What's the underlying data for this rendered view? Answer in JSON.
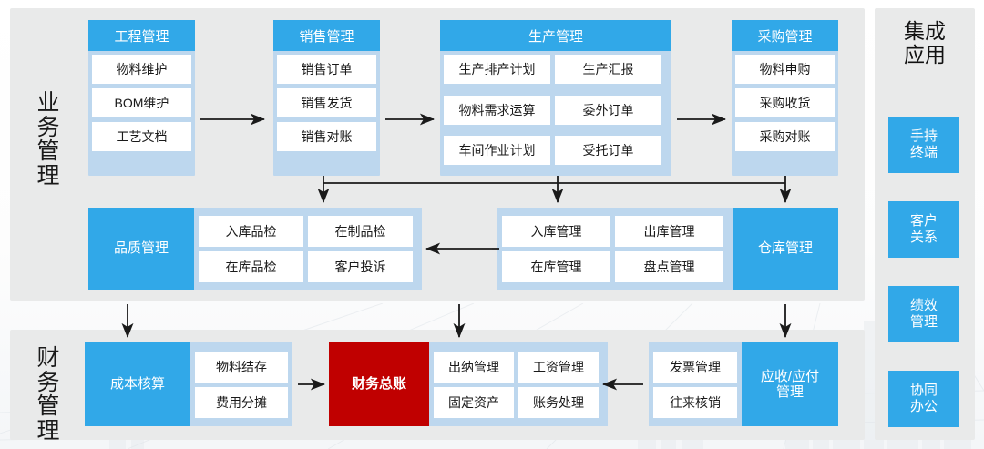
{
  "diagram": {
    "title_right_column": "集成\n应用",
    "sections": [
      {
        "name": "business",
        "label": "业务管理"
      },
      {
        "name": "finance",
        "label": "财务管理"
      }
    ]
  },
  "colors": {
    "header_blue": "#31a8e8",
    "body_light_blue": "#bdd7ee",
    "panel_gray": "#e9eaea",
    "accent_red": "#c00000",
    "cell_white": "#ffffff",
    "text_dark": "#1a1a1a"
  },
  "business": {
    "label": "业务管理",
    "row1": [
      {
        "header": "工程管理",
        "cells": [
          "物料维护",
          "BOM维护",
          "工艺文档"
        ]
      },
      {
        "header": "销售管理",
        "cells": [
          "销售订单",
          "销售发货",
          "销售对账"
        ]
      },
      {
        "header": "生产管理",
        "cells": [
          "生产排产计划",
          "生产汇报",
          "物料需求运算",
          "委外订单",
          "车间作业计划",
          "受托订单"
        ]
      },
      {
        "header": "采购管理",
        "cells": [
          "物料申购",
          "采购收货",
          "采购对账"
        ]
      }
    ],
    "row2": [
      {
        "side_label": "品质管理",
        "side": "left",
        "cells": [
          "入库品检",
          "在制品检",
          "在库品检",
          "客户投诉"
        ]
      },
      {
        "side_label": "仓库管理",
        "side": "right",
        "cells": [
          "入库管理",
          "出库管理",
          "在库管理",
          "盘点管理"
        ]
      }
    ]
  },
  "finance": {
    "label": "财务管理",
    "groups": [
      {
        "side_label": "成本核算",
        "side": "left",
        "style": "blue",
        "cells": [
          "物料结存",
          "费用分摊"
        ]
      },
      {
        "side_label": "财务总账",
        "side": "left",
        "style": "red",
        "cells": [
          "出纳管理",
          "工资管理",
          "固定资产",
          "账务处理"
        ]
      },
      {
        "side_label": "应收/应付\n管理",
        "side": "right",
        "style": "blue",
        "cells": [
          "发票管理",
          "往来核销"
        ]
      }
    ]
  },
  "integrated_apps": {
    "title": "集成\n应用",
    "tiles": [
      "手持\n终端",
      "客户\n关系",
      "绩效\n管理",
      "协同\n办公"
    ]
  },
  "arrows": [
    {
      "name": "engineering-to-sales",
      "dir": "right"
    },
    {
      "name": "sales-to-production",
      "dir": "right"
    },
    {
      "name": "production-to-purchase",
      "dir": "right"
    },
    {
      "name": "bus-down-left",
      "dir": "down"
    },
    {
      "name": "bus-down-mid",
      "dir": "down"
    },
    {
      "name": "bus-down-right",
      "dir": "down"
    },
    {
      "name": "warehouse-to-quality",
      "dir": "left"
    },
    {
      "name": "quality-to-cost",
      "dir": "down"
    },
    {
      "name": "warehouse-to-ledger",
      "dir": "down"
    },
    {
      "name": "warehouse-to-receivable",
      "dir": "down"
    },
    {
      "name": "cost-to-ledger",
      "dir": "right"
    },
    {
      "name": "receivable-to-ledger",
      "dir": "left"
    }
  ]
}
